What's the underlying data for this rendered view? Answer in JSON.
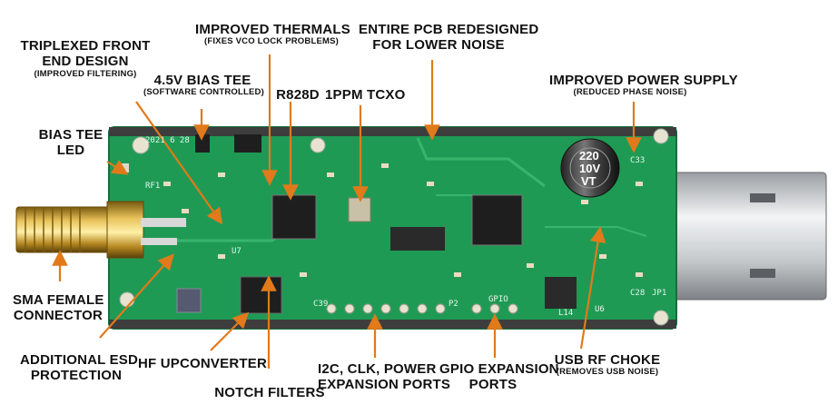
{
  "labels": {
    "triplexed": {
      "main_line1": "TRIPLEXED FRONT",
      "main_line2": "END DESIGN",
      "sub": "(IMPROVED FILTERING)"
    },
    "bias_tee_led": {
      "main_line1": "BIAS TEE",
      "main_line2": "LED"
    },
    "bias_tee_45": {
      "main": "4.5V BIAS TEE",
      "sub": "(SOFTWARE CONTROLLED)"
    },
    "thermals": {
      "main": "IMPROVED THERMALS",
      "sub": "(FIXES VCO LOCK PROBLEMS)"
    },
    "r828d": {
      "main": "R828D"
    },
    "tcxo": {
      "main": "1PPM TCXO"
    },
    "pcb_redesign": {
      "main_line1": "ENTIRE PCB REDESIGNED",
      "main_line2": "FOR LOWER NOISE"
    },
    "power_supply": {
      "main": "IMPROVED POWER SUPPLY",
      "sub": "(REDUCED PHASE NOISE)"
    },
    "sma": {
      "main_line1": "SMA FEMALE",
      "main_line2": "CONNECTOR"
    },
    "esd": {
      "main_line1": "ADDITIONAL ESD",
      "main_line2": "PROTECTION"
    },
    "hf_upconverter": {
      "main": "HF UPCONVERTER"
    },
    "notch": {
      "main": "NOTCH FILTERS"
    },
    "i2c": {
      "main_line1": "I2C, CLK, POWER",
      "main_line2": "EXPANSION PORTS"
    },
    "gpio": {
      "main_line1": "GPIO  EXPANSION",
      "main_line2": "PORTS"
    },
    "usb_choke": {
      "main": "USB RF CHOKE",
      "sub": "(REMOVES USB NOISE)"
    }
  },
  "board_markings": {
    "date": "2021 6 28",
    "cap_value_1": "220",
    "cap_value_2": "10V",
    "cap_value_3": "VT",
    "jp1": "JP1",
    "p2": "P2",
    "gpio": "GPIO",
    "rf1": "RF1",
    "c33": "C33",
    "c28": "C28",
    "u6": "U6",
    "l14": "L14",
    "u7": "U7",
    "c39": "C39"
  },
  "colors": {
    "pcb": "#1f9a55",
    "arrow": "#e07a1a",
    "text": "#111111"
  }
}
